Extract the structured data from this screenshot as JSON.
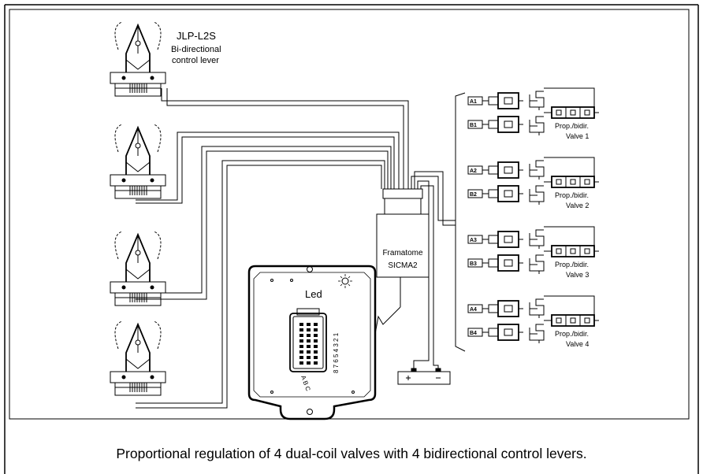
{
  "lever": {
    "name": "JLP-L2S",
    "desc1": "Bi-directional",
    "desc2": "control lever"
  },
  "controller": {
    "line1": "Framatome",
    "line2": "SICMA2"
  },
  "module": {
    "led_label": "Led",
    "pin_numbers": "8 7 6 5 4 3 2 1",
    "pin_rows": "A B C"
  },
  "valves": [
    {
      "coil_a": "A1",
      "coil_b": "B1",
      "label1": "Prop./bidir.",
      "label2": "Valve 1"
    },
    {
      "coil_a": "A2",
      "coil_b": "B2",
      "label1": "Prop./bidir.",
      "label2": "Valve 2"
    },
    {
      "coil_a": "A3",
      "coil_b": "B3",
      "label1": "Prop./bidir.",
      "label2": "Valve 3"
    },
    {
      "coil_a": "A4",
      "coil_b": "B4",
      "label1": "Prop./bidir.",
      "label2": "Valve 4"
    }
  ],
  "caption": "Proportional regulation of 4 dual-coil valves with 4 bidirectional control levers."
}
